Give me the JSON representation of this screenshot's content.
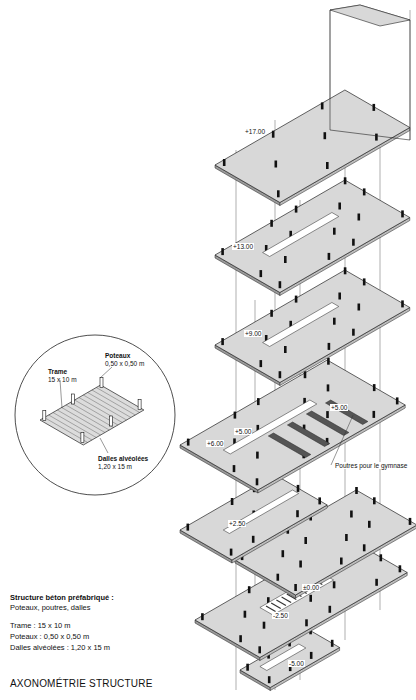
{
  "diagram": {
    "title": "AXONOMÉTRIE STRUCTURE",
    "labels": [
      "+17.00",
      "+13.00",
      "+9.00",
      "+5.00",
      "+5.00",
      "+6.00",
      "Poutres pour le gymnase",
      "+2.50",
      "±0.00",
      "-2.50",
      "-5.00",
      "Trame",
      "15 x 10 m",
      "Poteaux",
      "0,50 x 0,50 m",
      "Dalles alvéolées",
      "1,20 x 15 m",
      "Structure béton préfabriqué :",
      "Poteaux, poutres, dalles",
      "Trame : 15 x 10 m",
      "Poteaux : 0,50 x 0,50 m",
      "Dalles alvéolées : 1,20 x 15 m"
    ]
  }
}
